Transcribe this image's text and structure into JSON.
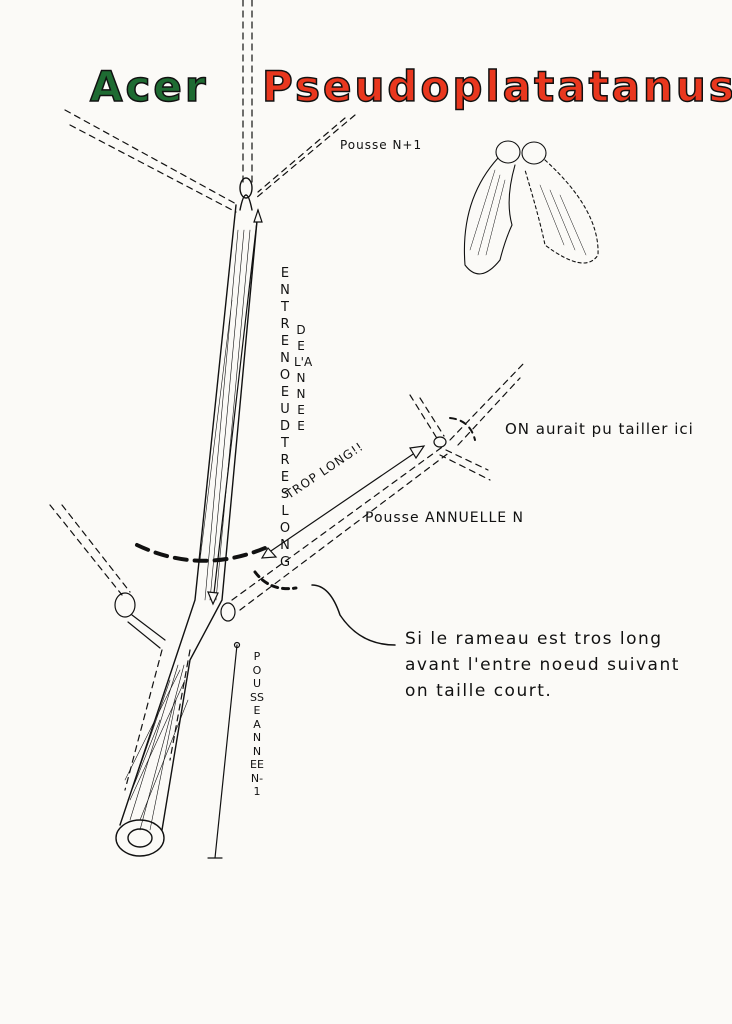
{
  "title": {
    "genus": "Acer",
    "species": "Pseudoplatatanus",
    "genus_color": "#1e6b32",
    "species_color": "#e9371e"
  },
  "labels": {
    "shoot_next": "Pousse N+1",
    "internode_long": "ENTRENOEUDTRESLONG",
    "of_year": "DEL'ANNEE",
    "too_long": "TROP LONG!!",
    "annual_shoot": "Pousse ANNUELLE N",
    "could_prune": "ON aurait pu tailler ici",
    "shoot_previous": "POUSSEANNEEN-1"
  },
  "note": {
    "line1": "Si le rameau est tros long",
    "line2": "avant l'entre noeud suivant",
    "line3": "on taille court."
  }
}
